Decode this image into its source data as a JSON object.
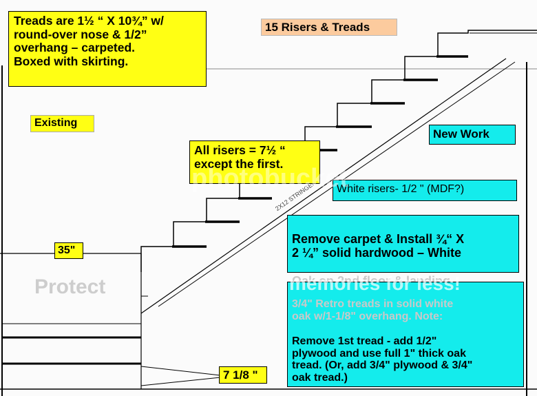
{
  "notes": {
    "treads_spec": "Treads are 1½ “ X 10¾” w/\nround-over nose & 1/2”\noverhang – carpeted.\nBoxed with skirting.",
    "risers_count": "15 Risers & Treads",
    "existing": "Existing",
    "new_work": "New Work",
    "risers_height": "All risers = 7½ “\nexcept the first.",
    "white_risers": "White risers- 1/2 \" (MDF?)",
    "carpet_line1": "Remove carpet & Install ¾“ X\n2 ¼” solid hardwood – White",
    "carpet_line2": "Oak on 2nd floor & landing.",
    "retro_line1": "3/4\" Retro treads in solid white\noak w/1-1/8\" overhang. Note:",
    "retro_line2": "Remove 1st tread - add 1/2\"\nplywood and use full 1\" thick oak\ntread. (Or, add 3/4\" plywood & 3/4\"\noak tread.)",
    "dim_35": "35\"",
    "dim_7_1_8": "7 1/8 \""
  },
  "stringer_label": "2X12 STRINGERS",
  "watermark": {
    "brand": "photobucket",
    "tagline": "memories for less!",
    "stub": "Protect"
  },
  "colors": {
    "yellow_note": "#ffff14",
    "cyan_note": "#14ecec",
    "peach_note": "#fccb9e",
    "line": "#000000"
  }
}
